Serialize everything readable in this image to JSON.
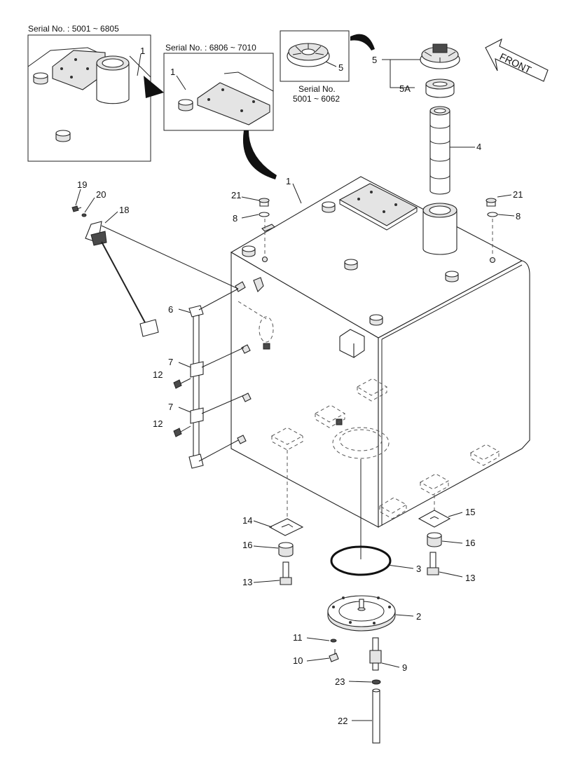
{
  "insets": {
    "inset_a_title": "Serial No. : 5001 ~ 6805",
    "inset_b_title": "Serial No. : 6806 ~ 7010",
    "inset_c_caption_line1": "Serial No.",
    "inset_c_caption_line2": "5001 ~ 6062"
  },
  "front_arrow_label": "FRONT",
  "callouts": {
    "c1_inset_a": "1",
    "c1_inset_b": "1",
    "c1_tank": "1",
    "c2": "2",
    "c3": "3",
    "c4": "4",
    "c5": "5",
    "c5_inset": "5",
    "c5a": "5A",
    "c6": "6",
    "c7_upper": "7",
    "c7_lower": "7",
    "c8_left": "8",
    "c8_right": "8",
    "c9": "9",
    "c10": "10",
    "c11": "11",
    "c12_upper": "12",
    "c12_lower": "12",
    "c13_left": "13",
    "c13_right": "13",
    "c14": "14",
    "c15": "15",
    "c16_left": "16",
    "c16_right": "16",
    "c18": "18",
    "c19": "19",
    "c20": "20",
    "c21_left": "21",
    "c21_right": "21",
    "c22": "22",
    "c23": "23"
  }
}
